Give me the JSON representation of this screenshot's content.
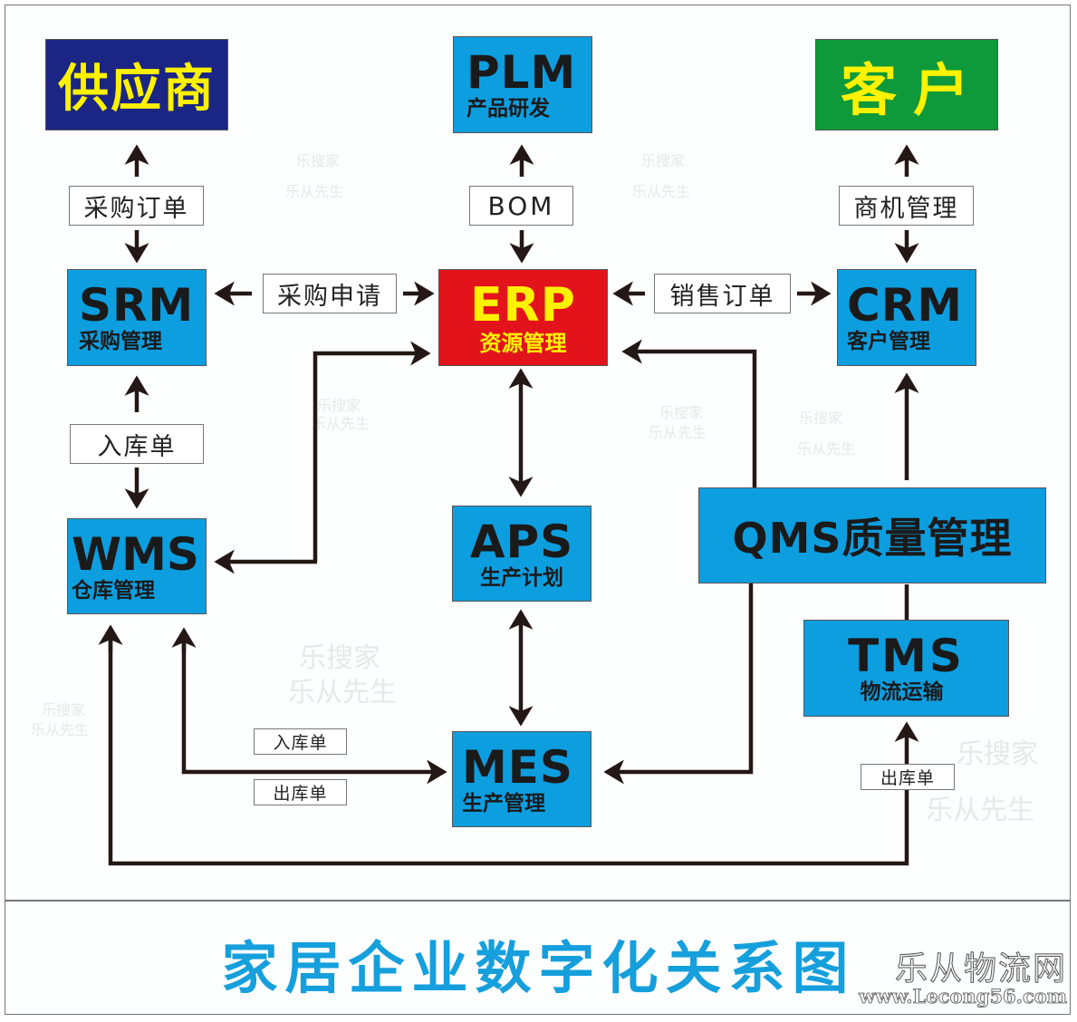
{
  "title": "家居企业数字化关系图",
  "logo": {
    "name": "乐从物流网",
    "url": "www.Lecong56.com"
  },
  "colors": {
    "supplier_bg": "#1b2583",
    "customer_bg": "#0e9a3a",
    "erp_bg": "#e3131b",
    "module_bg": "#0d9ee0",
    "highlight_text": "#fff200",
    "module_text": "#1a1a1a",
    "title_text": "#159fdc",
    "arrow": "#231815"
  },
  "nodes": {
    "supplier": {
      "label": "供应商"
    },
    "plm": {
      "abbr": "PLM",
      "sub": "产品研发"
    },
    "customer": {
      "label": "客户"
    },
    "srm": {
      "abbr": "SRM",
      "sub": "采购管理"
    },
    "erp": {
      "abbr": "ERP",
      "sub": "资源管理"
    },
    "crm": {
      "abbr": "CRM",
      "sub": "客户管理"
    },
    "wms": {
      "abbr": "WMS",
      "sub": "仓库管理"
    },
    "aps": {
      "abbr": "APS",
      "sub": "生产计划"
    },
    "qms": {
      "label": "QMS质量管理"
    },
    "tms": {
      "abbr": "TMS",
      "sub": "物流运输"
    },
    "mes": {
      "abbr": "MES",
      "sub": "生产管理"
    }
  },
  "edge_labels": {
    "srm_supplier": "采购订单",
    "erp_plm": "BOM",
    "crm_customer": "商机管理",
    "erp_srm": "采购申请",
    "erp_crm": "销售订单",
    "wms_srm": "入库单",
    "mes_wms_in": "入库单",
    "mes_wms_out": "出库单",
    "wms_tms": "出库单"
  },
  "watermarks": {
    "line1": "乐搜家",
    "line2": "乐从先生"
  }
}
